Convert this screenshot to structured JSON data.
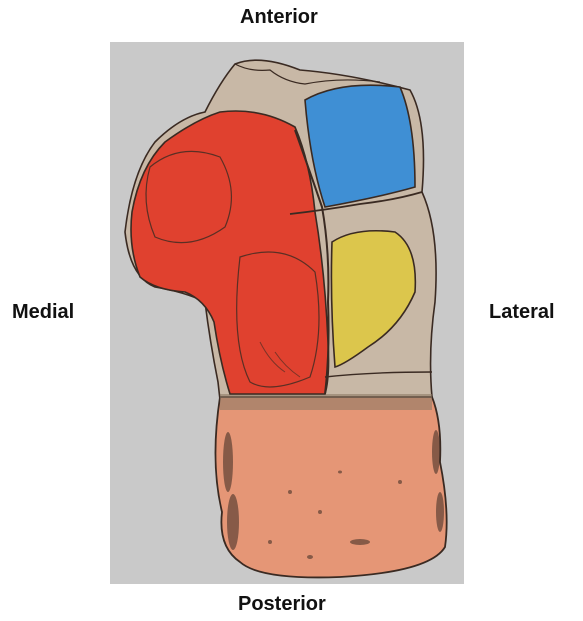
{
  "orientation_labels": {
    "anterior": "Anterior",
    "posterior": "Posterior",
    "medial": "Medial",
    "lateral": "Lateral"
  },
  "colors": {
    "background_panel": "#c9c9c9",
    "bone_base": "#c8b8a6",
    "medial_region": "#e0412f",
    "anterolateral_region": "#3f8fd4",
    "central_lateral_region": "#dcc64c",
    "posterior_region": "#e59676",
    "outline": "#3a2a22"
  }
}
